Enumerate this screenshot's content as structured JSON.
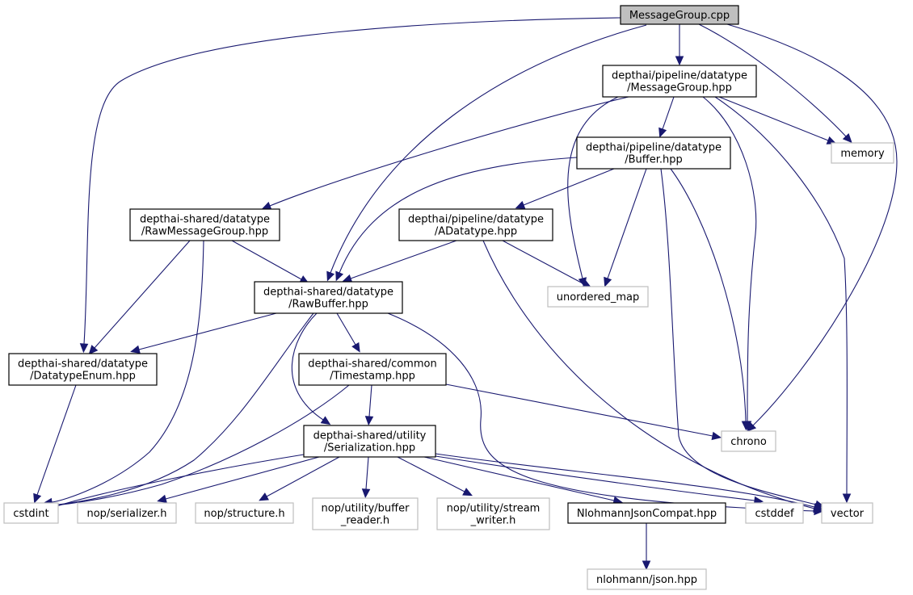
{
  "diagram": {
    "title": "MessageGroup.cpp include dependency graph",
    "colors": {
      "edge": "#191970",
      "root_fill": "#bfbfbf",
      "internal_border": "#000000",
      "external_border": "#bfbfbf"
    },
    "nodes": [
      {
        "id": "cpp",
        "kind": "root",
        "lines": [
          "MessageGroup.cpp"
        ]
      },
      {
        "id": "mghpp",
        "kind": "internal",
        "lines": [
          "depthai/pipeline/datatype",
          "/MessageGroup.hpp"
        ]
      },
      {
        "id": "buffer",
        "kind": "internal",
        "lines": [
          "depthai/pipeline/datatype",
          "/Buffer.hpp"
        ]
      },
      {
        "id": "memory",
        "kind": "external",
        "lines": [
          "memory"
        ]
      },
      {
        "id": "rawmg",
        "kind": "internal",
        "lines": [
          "depthai-shared/datatype",
          "/RawMessageGroup.hpp"
        ]
      },
      {
        "id": "adatatype",
        "kind": "internal",
        "lines": [
          "depthai/pipeline/datatype",
          "/ADatatype.hpp"
        ]
      },
      {
        "id": "umap",
        "kind": "external",
        "lines": [
          "unordered_map"
        ]
      },
      {
        "id": "rawbuffer",
        "kind": "internal",
        "lines": [
          "depthai-shared/datatype",
          "/RawBuffer.hpp"
        ]
      },
      {
        "id": "dtenum",
        "kind": "internal",
        "lines": [
          "depthai-shared/datatype",
          "/DatatypeEnum.hpp"
        ]
      },
      {
        "id": "timestamp",
        "kind": "internal",
        "lines": [
          "depthai-shared/common",
          "/Timestamp.hpp"
        ]
      },
      {
        "id": "chrono",
        "kind": "external",
        "lines": [
          "chrono"
        ]
      },
      {
        "id": "serial",
        "kind": "internal",
        "lines": [
          "depthai-shared/utility",
          "/Serialization.hpp"
        ]
      },
      {
        "id": "cstdint",
        "kind": "external",
        "lines": [
          "cstdint"
        ]
      },
      {
        "id": "nopser",
        "kind": "external",
        "lines": [
          "nop/serializer.h"
        ]
      },
      {
        "id": "nopstruct",
        "kind": "external",
        "lines": [
          "nop/structure.h"
        ]
      },
      {
        "id": "nopbr",
        "kind": "external",
        "lines": [
          "nop/utility/buffer",
          "_reader.h"
        ]
      },
      {
        "id": "nopsw",
        "kind": "external",
        "lines": [
          "nop/utility/stream",
          "_writer.h"
        ]
      },
      {
        "id": "njc",
        "kind": "internal",
        "lines": [
          "NlohmannJsonCompat.hpp"
        ]
      },
      {
        "id": "cstddef",
        "kind": "external",
        "lines": [
          "cstddef"
        ]
      },
      {
        "id": "vector",
        "kind": "external",
        "lines": [
          "vector"
        ]
      },
      {
        "id": "json",
        "kind": "external",
        "lines": [
          "nlohmann/json.hpp"
        ]
      }
    ],
    "edges": [
      [
        "cpp",
        "mghpp"
      ],
      [
        "cpp",
        "memory"
      ],
      [
        "cpp",
        "chrono"
      ],
      [
        "cpp",
        "rawbuffer"
      ],
      [
        "cpp",
        "dtenum"
      ],
      [
        "mghpp",
        "buffer"
      ],
      [
        "mghpp",
        "memory"
      ],
      [
        "mghpp",
        "rawmg"
      ],
      [
        "mghpp",
        "umap"
      ],
      [
        "mghpp",
        "chrono"
      ],
      [
        "mghpp",
        "vector"
      ],
      [
        "buffer",
        "adatatype"
      ],
      [
        "buffer",
        "rawbuffer"
      ],
      [
        "buffer",
        "umap"
      ],
      [
        "buffer",
        "chrono"
      ],
      [
        "buffer",
        "vector"
      ],
      [
        "rawmg",
        "rawbuffer"
      ],
      [
        "rawmg",
        "dtenum"
      ],
      [
        "rawmg",
        "cstdint"
      ],
      [
        "adatatype",
        "rawbuffer"
      ],
      [
        "adatatype",
        "umap"
      ],
      [
        "adatatype",
        "vector"
      ],
      [
        "rawbuffer",
        "dtenum"
      ],
      [
        "rawbuffer",
        "timestamp"
      ],
      [
        "rawbuffer",
        "serial"
      ],
      [
        "rawbuffer",
        "cstdint"
      ],
      [
        "rawbuffer",
        "vector"
      ],
      [
        "dtenum",
        "cstdint"
      ],
      [
        "timestamp",
        "serial"
      ],
      [
        "timestamp",
        "chrono"
      ],
      [
        "timestamp",
        "cstdint"
      ],
      [
        "serial",
        "cstdint"
      ],
      [
        "serial",
        "nopser"
      ],
      [
        "serial",
        "nopstruct"
      ],
      [
        "serial",
        "nopbr"
      ],
      [
        "serial",
        "nopsw"
      ],
      [
        "serial",
        "njc"
      ],
      [
        "serial",
        "cstddef"
      ],
      [
        "serial",
        "vector"
      ],
      [
        "njc",
        "json"
      ]
    ]
  }
}
